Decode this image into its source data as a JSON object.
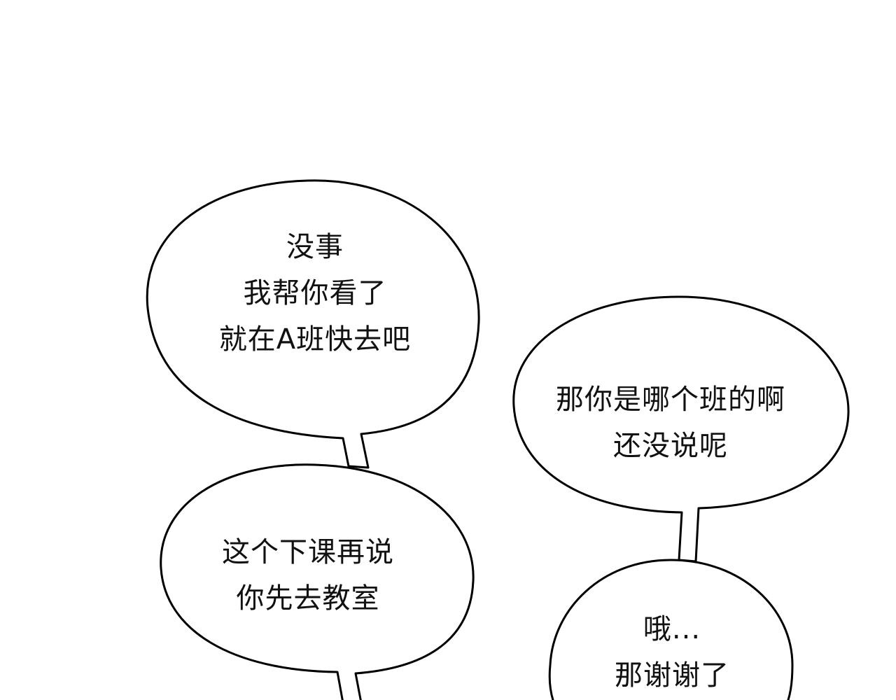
{
  "colors": {
    "background": "#ffffff",
    "outline": "#000000",
    "text": "#111111"
  },
  "bubbles": [
    {
      "lines": [
        "没事",
        "我帮你看了",
        "就在A班快去吧"
      ]
    },
    {
      "lines": [
        "这个下课再说",
        "你先去教室"
      ]
    },
    {
      "lines": [
        "那你是哪个班的啊",
        "还没说呢"
      ]
    },
    {
      "lines": [
        "哦...",
        "那谢谢了"
      ]
    }
  ]
}
